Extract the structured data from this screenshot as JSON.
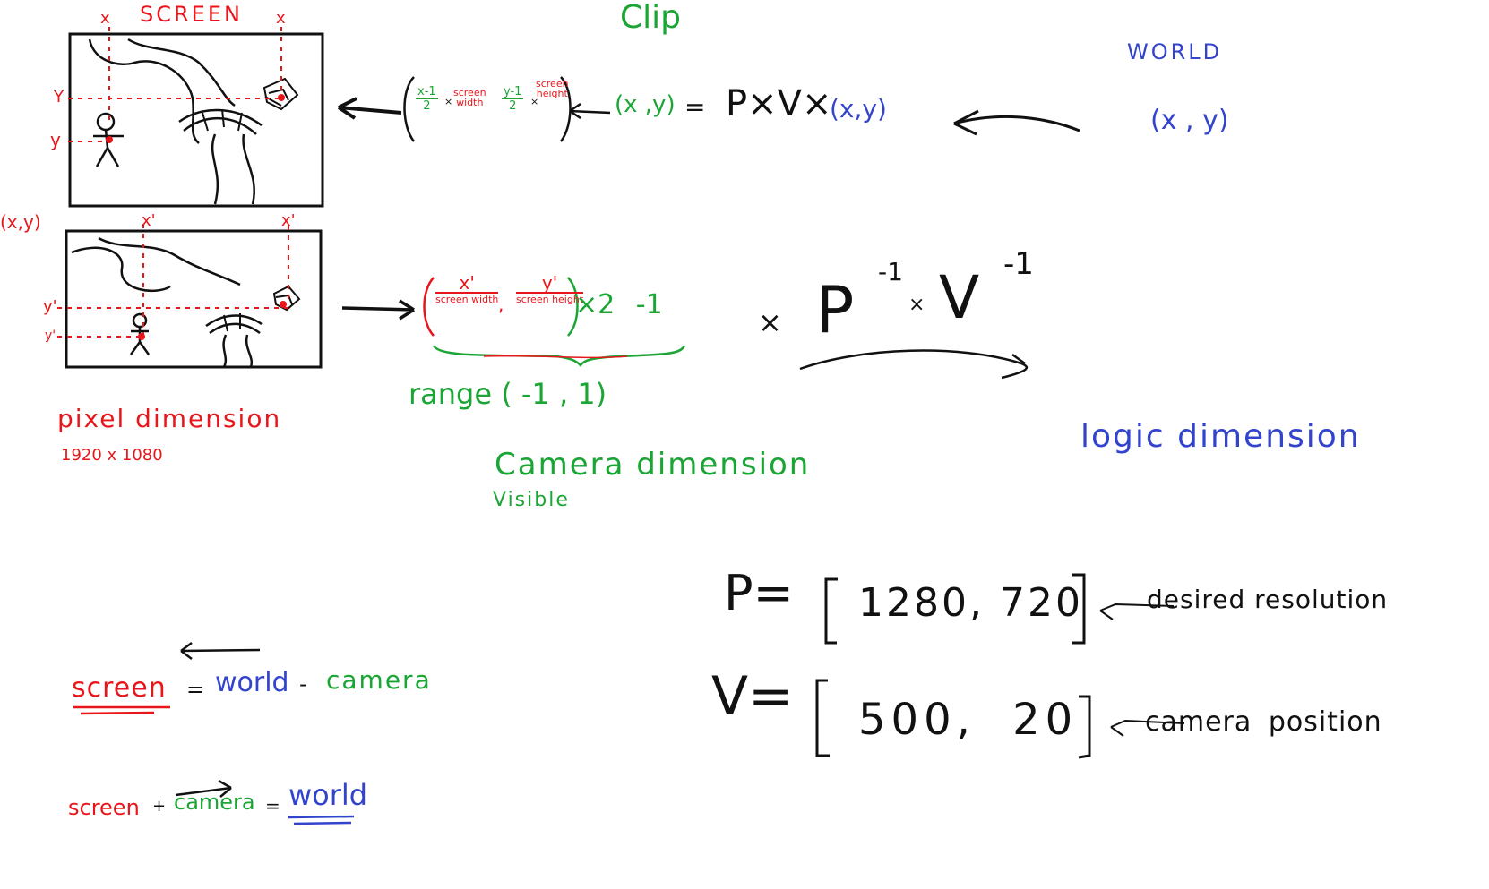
{
  "labels": {
    "screen_title": "SCREEN",
    "clip": "Clip",
    "world": "WORLD",
    "world_xy": "(x , y)",
    "screen_axis_x": "x",
    "screen_axis_y": "Y",
    "screen_axis_y2": "y",
    "point_xy": "(x,y)",
    "prime_x": "x'",
    "prime_y": "y'",
    "pixel_dimension": "pixel dimension",
    "pixel_resolution": "1920 x 1080",
    "camera_dimension": "Camera dimension",
    "visible": "Visible",
    "logic_dimension": "logic dimension",
    "range": "range ( -1 , 1)"
  },
  "top_formula": {
    "frac1_num": "x-1",
    "frac1_den": "2",
    "times": "×",
    "screen_width_num": "screen",
    "screen_width_den": "width",
    "frac2_num": "y-1",
    "frac2_den": "2",
    "screen_height_num": "screen",
    "screen_height_den": "height",
    "clip_xy": "(x ,y)",
    "equals": "=",
    "pv": "P×V×",
    "world_point": "(x,y)"
  },
  "bottom_formula": {
    "frac1_num": "x'",
    "frac1_den": "screen width",
    "frac2_num": "y'",
    "frac2_den": "screen height",
    "comma": ",",
    "scale": "×2 -1",
    "times": "×",
    "p_inv": "P",
    "v_inv": "V",
    "exp": "-1",
    "dot": "×"
  },
  "equations": {
    "p_label": "P=",
    "p_value": "1280, 720",
    "p_note": "desired resolution",
    "v_label": "V=",
    "v_value": "500, 20",
    "v_note": "camera position"
  },
  "relations": {
    "eq1_screen": "screen",
    "eq1_equals": "=",
    "eq1_world": "world",
    "eq1_minus": "-",
    "eq1_camera": "camera",
    "eq2_screen": "screen",
    "eq2_plus": "+",
    "eq2_camera": "camera",
    "eq2_equals": "=",
    "eq2_world": "world"
  },
  "colors": {
    "red": "#e8161b",
    "green": "#1aa535",
    "blue": "#3344cc",
    "black": "#111111"
  }
}
